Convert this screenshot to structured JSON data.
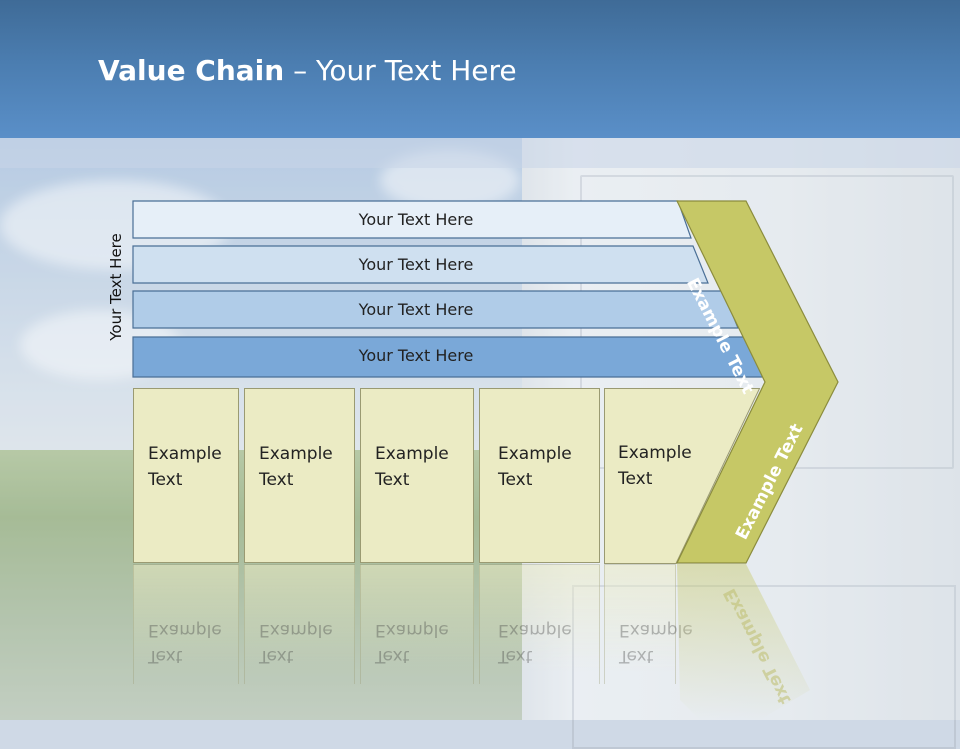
{
  "title": {
    "bold": "Value Chain",
    "rest": " – Your Text Here"
  },
  "side_label": "Your Text Here",
  "rows": [
    {
      "label": "Your Text Here",
      "fill": "#e6eff8"
    },
    {
      "label": "Your Text Here",
      "fill": "#cfe0f0"
    },
    {
      "label": "Your Text Here",
      "fill": "#b0cce8"
    },
    {
      "label": "Your Text Here",
      "fill": "#7aa8d8"
    }
  ],
  "columns": [
    {
      "line1": "Example",
      "line2": "Text"
    },
    {
      "line1": "Example",
      "line2": "Text"
    },
    {
      "line1": "Example",
      "line2": "Text"
    },
    {
      "line1": "Example",
      "line2": "Text"
    },
    {
      "line1": "Example",
      "line2": "Text"
    }
  ],
  "chevron": {
    "upper_text": "Example Text",
    "lower_text": "Example Text",
    "fill": "#c6c866"
  },
  "colors": {
    "header": "#4b7db0",
    "column_fill": "#ebebc4",
    "row_stroke": "#4a6f96"
  }
}
